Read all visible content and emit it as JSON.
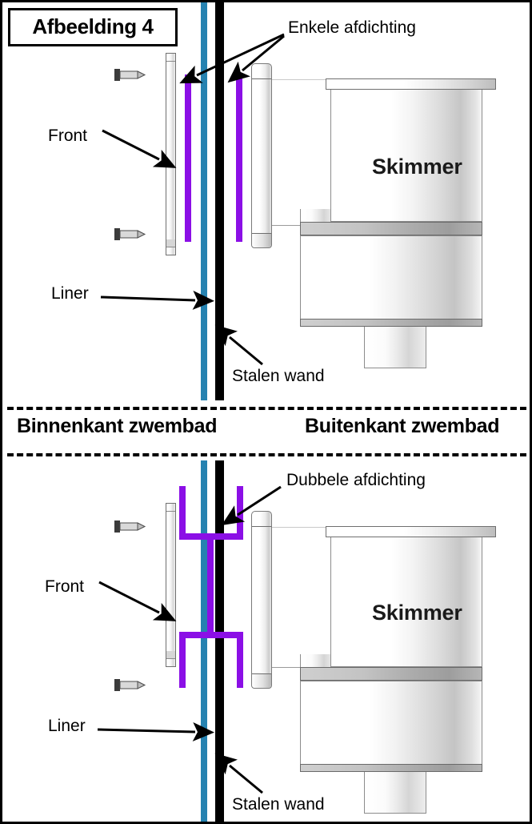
{
  "figure": {
    "title": "Afbeelding 4"
  },
  "legend": {
    "inside": "Binnenkant zwembad",
    "outside": "Buitenkant zwembad"
  },
  "panels": {
    "top": {
      "seal_label": "Enkele afdichting",
      "front_label": "Front",
      "liner_label": "Liner",
      "wall_label": "Stalen wand",
      "skimmer_label": "Skimmer"
    },
    "bottom": {
      "seal_label": "Dubbele afdichting",
      "front_label": "Front",
      "liner_label": "Liner",
      "wall_label": "Stalen wand",
      "skimmer_label": "Skimmer"
    }
  },
  "colors": {
    "seal": "#8b0fe6",
    "liner": "#2682b0",
    "wall": "#000000",
    "outline": "#000000"
  }
}
